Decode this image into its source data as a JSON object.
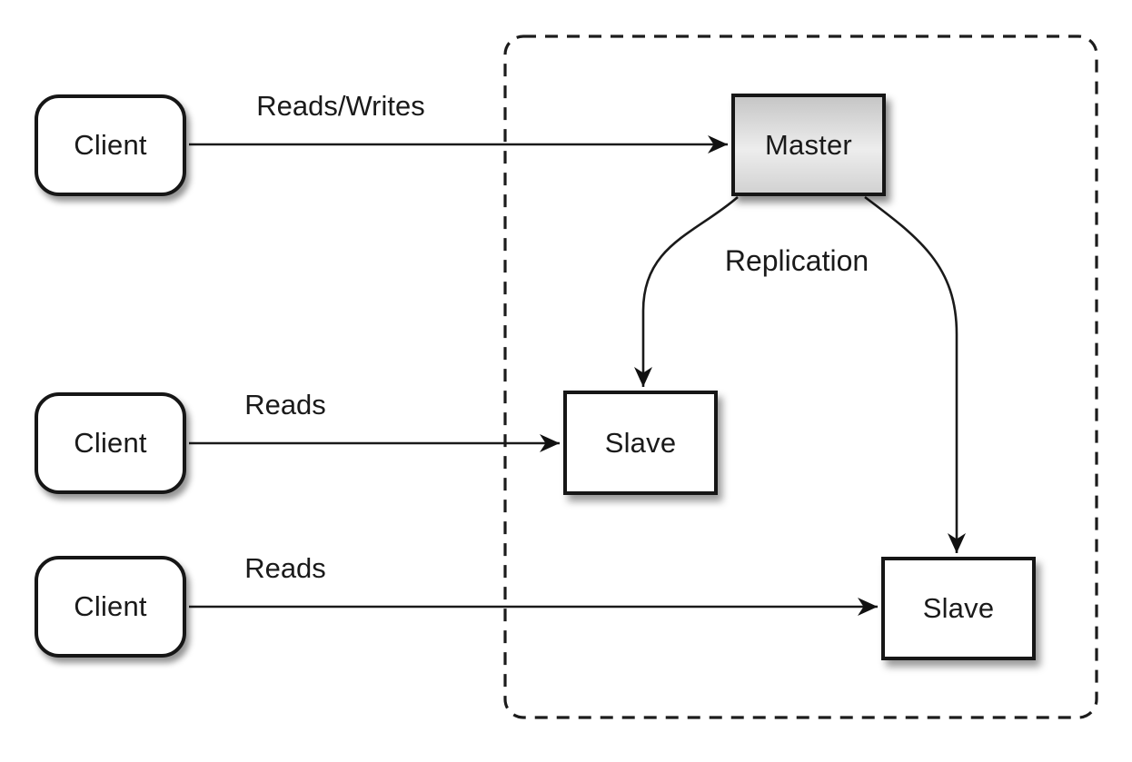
{
  "nodes": {
    "client1": {
      "label": "Client"
    },
    "client2": {
      "label": "Client"
    },
    "client3": {
      "label": "Client"
    },
    "master": {
      "label": "Master"
    },
    "slave1": {
      "label": "Slave"
    },
    "slave2": {
      "label": "Slave"
    }
  },
  "edges": {
    "reads_writes": {
      "label": "Reads/Writes",
      "from": "client1",
      "to": "master"
    },
    "reads_mid": {
      "label": "Reads",
      "from": "client2",
      "to": "slave1"
    },
    "reads_bottom": {
      "label": "Reads",
      "from": "client3",
      "to": "slave2"
    },
    "replication_left": {
      "label": "Replication",
      "from": "master",
      "to": "slave1"
    },
    "replication_right": {
      "label": "Replication",
      "from": "master",
      "to": "slave2"
    }
  },
  "colors": {
    "stroke": "#1a1a1a",
    "arrowhead": "#111111",
    "node_fill": "#ffffff",
    "master_gradient_top": "#c6c6c6",
    "master_gradient_mid": "#ededed",
    "master_gradient_bottom": "#d2d2d2",
    "dashed_border": "#1c1c1c",
    "background": "#ffffff"
  }
}
